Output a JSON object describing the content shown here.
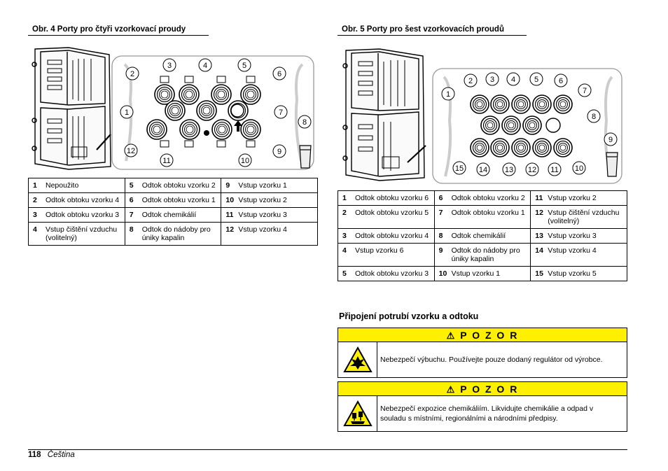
{
  "figure4": {
    "title": "Obr. 4  Porty pro čtyři vzorkovací proudy",
    "callouts": [
      "1",
      "2",
      "3",
      "4",
      "5",
      "6",
      "7",
      "8",
      "9",
      "10",
      "11",
      "12"
    ],
    "legend": [
      [
        {
          "num": "1",
          "text": "Nepoužito"
        },
        {
          "num": "5",
          "text": "Odtok obtoku vzorku 2"
        },
        {
          "num": "9",
          "text": "Vstup vzorku 1"
        }
      ],
      [
        {
          "num": "2",
          "text": "Odtok obtoku vzorku 4"
        },
        {
          "num": "6",
          "text": "Odtok obtoku vzorku 1"
        },
        {
          "num": "10",
          "text": "Vstup vzorku 2"
        }
      ],
      [
        {
          "num": "3",
          "text": "Odtok obtoku vzorku 3"
        },
        {
          "num": "7",
          "text": "Odtok chemikálií"
        },
        {
          "num": "11",
          "text": "Vstup vzorku 3"
        }
      ],
      [
        {
          "num": "4",
          "text": "Vstup čištění vzduchu (volitelný)"
        },
        {
          "num": "8",
          "text": "Odtok do nádoby pro úniky kapalin"
        },
        {
          "num": "12",
          "text": "Vstup vzorku 4"
        }
      ]
    ]
  },
  "figure5": {
    "title": "Obr. 5  Porty pro šest vzorkovacích proudů",
    "callouts": [
      "1",
      "2",
      "3",
      "4",
      "5",
      "6",
      "7",
      "8",
      "9",
      "10",
      "11",
      "12",
      "13",
      "14",
      "15"
    ],
    "legend": [
      [
        {
          "num": "1",
          "text": "Odtok obtoku vzorku 6"
        },
        {
          "num": "6",
          "text": "Odtok obtoku vzorku 2"
        },
        {
          "num": "11",
          "text": "Vstup vzorku 2"
        }
      ],
      [
        {
          "num": "2",
          "text": "Odtok obtoku vzorku 5"
        },
        {
          "num": "7",
          "text": "Odtok obtoku vzorku 1"
        },
        {
          "num": "12",
          "text": "Vstup čištění vzduchu (volitelný)"
        }
      ],
      [
        {
          "num": "3",
          "text": "Odtok obtoku vzorku 4"
        },
        {
          "num": "8",
          "text": "Odtok chemikálií"
        },
        {
          "num": "13",
          "text": "Vstup vzorku 3"
        }
      ],
      [
        {
          "num": "4",
          "text": "Vstup vzorku 6"
        },
        {
          "num": "9",
          "text": "Odtok do nádoby pro úniky kapalin"
        },
        {
          "num": "14",
          "text": "Vstup vzorku 4"
        }
      ],
      [
        {
          "num": "5",
          "text": "Odtok obtoku vzorku 3"
        },
        {
          "num": "10",
          "text": "Vstup vzorku 1"
        },
        {
          "num": "15",
          "text": "Vstup vzorku 5"
        }
      ]
    ]
  },
  "section": {
    "heading": "Připojení potrubí vzorku a odtoku"
  },
  "cautions": [
    {
      "label": "P O Z O R",
      "text": "Nebezpečí výbuchu. Používejte pouze dodaný regulátor od výrobce.",
      "icon": "explosion-hazard-icon"
    },
    {
      "label": "P O Z O R",
      "text": "Nebezpečí expozice chemikáliím. Likvidujte chemikálie a odpad v souladu s místními, regionálními a národními předpisy.",
      "icon": "chemical-hazard-icon"
    }
  ],
  "footer": {
    "page": "118",
    "language": "Čeština"
  },
  "colors": {
    "caution_yellow": "#ffef00"
  }
}
